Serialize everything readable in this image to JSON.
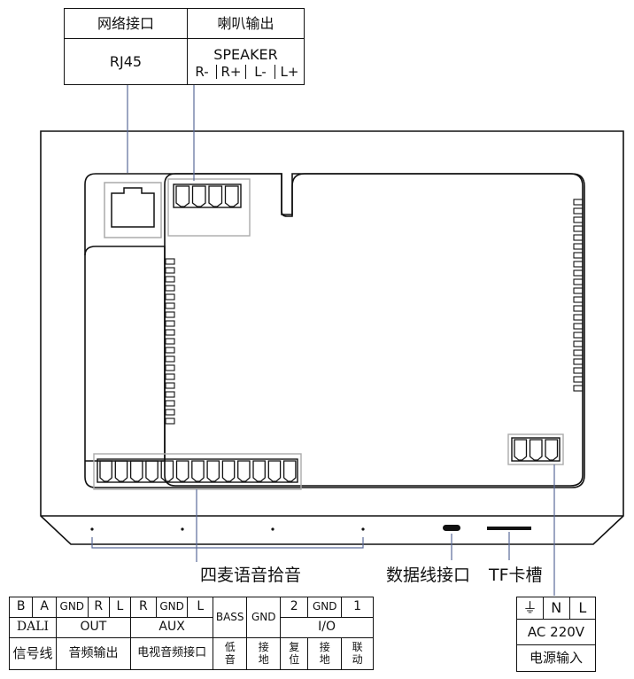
{
  "top_table": {
    "network_port": "网络接口",
    "speaker_out": "喇叭输出",
    "rj45": "RJ45",
    "speaker": "SPEAKER",
    "speaker_pins": [
      "R-",
      "R+",
      "L-",
      "L+"
    ]
  },
  "bottom_labels": {
    "mic": "四麦语音拾音",
    "data_port": "数据线接口",
    "tf_slot": "TF卡槽"
  },
  "terminal_table": {
    "row1": [
      "B",
      "A",
      "GND",
      "R",
      "L",
      "R",
      "GND",
      "L",
      "BASS",
      "GND",
      "2",
      "GND",
      "1"
    ],
    "row2": [
      "DALI",
      "OUT",
      "AUX",
      "I/O"
    ],
    "row3": [
      "信号线",
      "音频输出",
      "电视音频接口",
      "低音",
      "接地",
      "复位",
      "接地",
      "联动"
    ]
  },
  "power_table": {
    "row1": [
      "⏚",
      "N",
      "L"
    ],
    "voltage": "AC 220V",
    "power_in": "电源输入"
  }
}
